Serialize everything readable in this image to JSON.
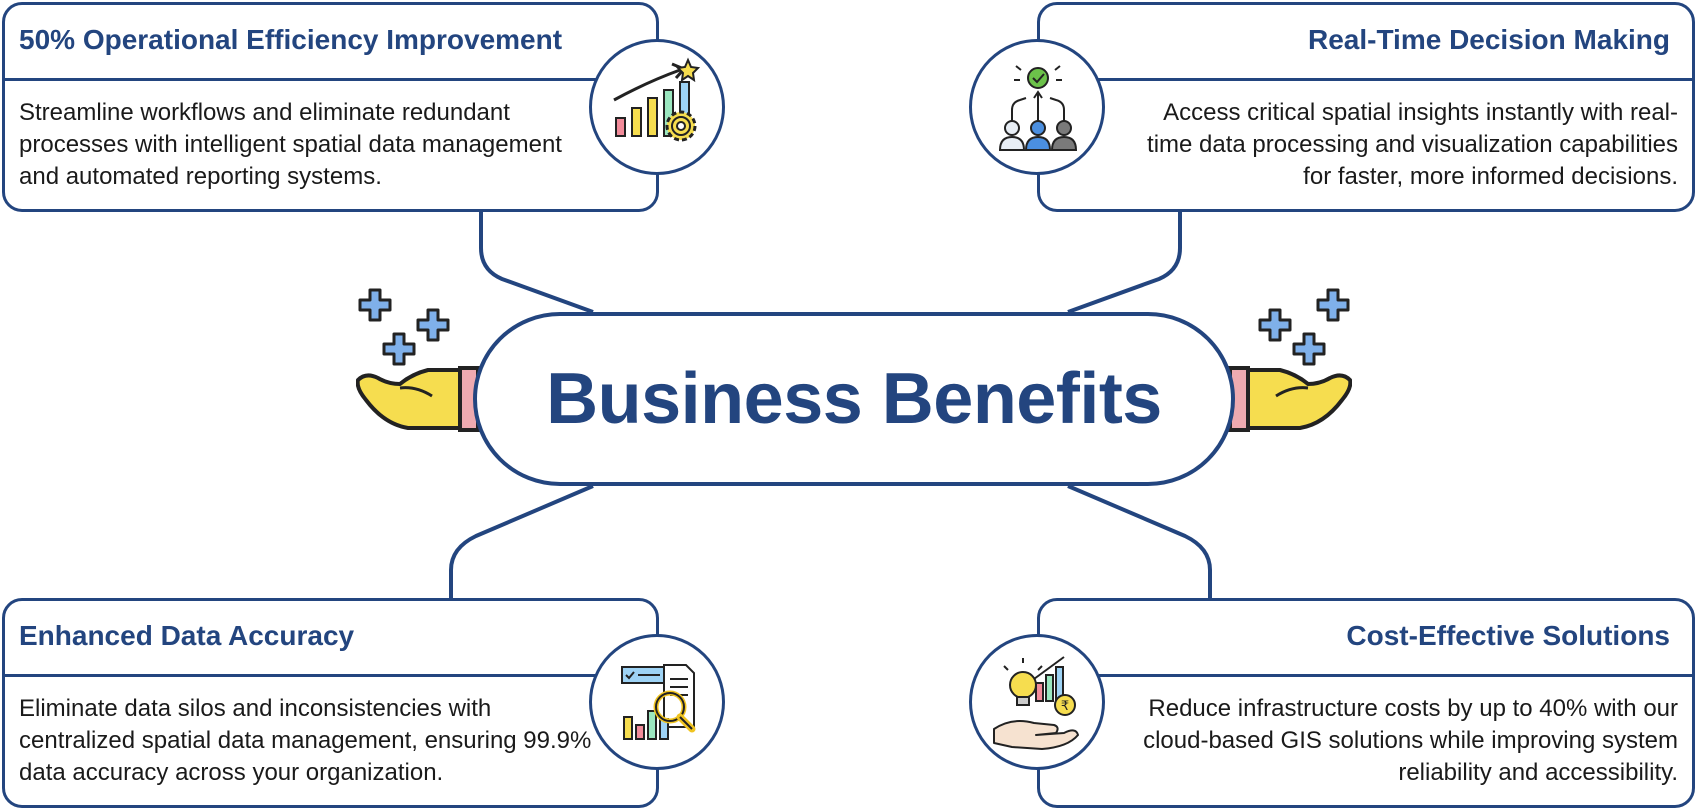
{
  "center": {
    "title": "Business Benefits"
  },
  "cards": {
    "efficiency": {
      "title": "50% Operational Efficiency Improvement",
      "body": "Streamline workflows and eliminate redundant processes with intelligent spatial data management and automated reporting systems.",
      "icon": "growth-chart-gear-icon"
    },
    "decision": {
      "title": "Real-Time Decision Making",
      "body": "Access critical spatial insights instantly with real-time data processing and visualization capabilities for faster, more informed decisions.",
      "icon": "team-decision-icon"
    },
    "accuracy": {
      "title": "Enhanced Data Accuracy",
      "body": "Eliminate data silos and inconsistencies with centralized spatial data management, ensuring 99.9% data accuracy across your organization.",
      "icon": "data-analysis-magnifier-icon"
    },
    "cost": {
      "title": "Cost-Effective Solutions",
      "body": "Reduce infrastructure costs by up to 40% with our cloud-based GIS solutions while improving system reliability and accessibility.",
      "icon": "cost-savings-hand-icon"
    }
  },
  "colors": {
    "navy": "#23457f",
    "sparkle_blue": "#7fb0ea",
    "hand_yellow": "#f6dd4f",
    "cuff_pink": "#eeaab0"
  }
}
